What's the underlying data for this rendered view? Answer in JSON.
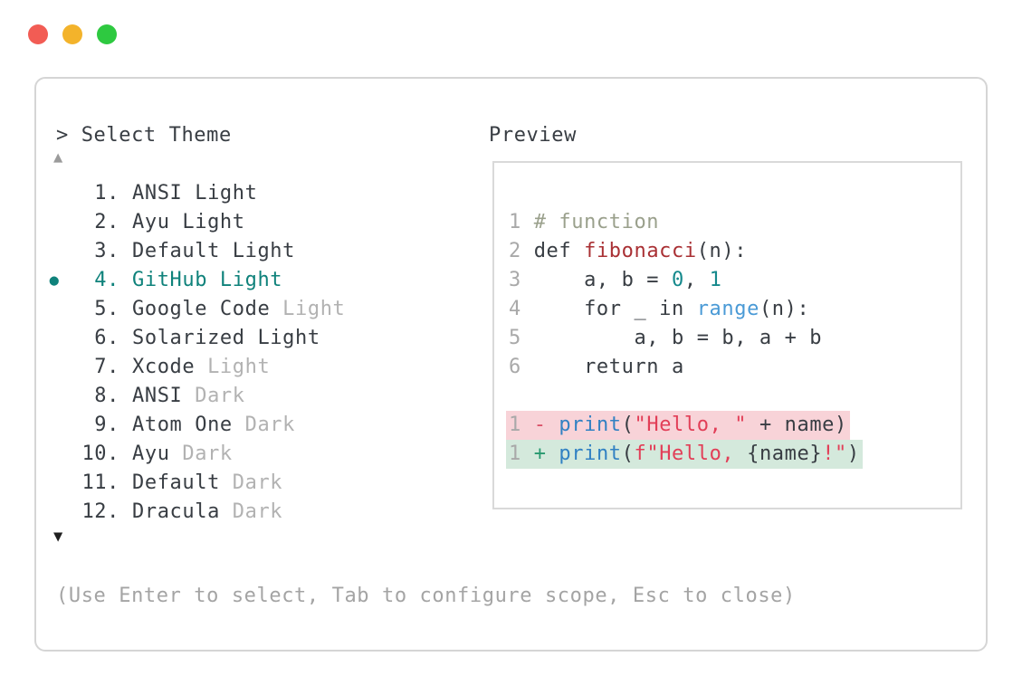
{
  "colors": {
    "accent_teal": "#0f827b",
    "text_dark": "#383d43",
    "muted_gray": "#b2b2b2",
    "line_number_gray": "#a9a9a9",
    "help_gray": "#a4a4a4",
    "comment_olive": "#9aa08c",
    "function_red": "#a93034",
    "builtin_blue": "#4a9ad6",
    "print_blue": "#3181c3",
    "number_teal": "#15898c",
    "string_crimson": "#e23e57",
    "diff_minus": "#d94f66",
    "diff_plus": "#27996f",
    "removed_bg": "#f8d3d8",
    "added_bg": "#d4e9dc",
    "panel_border": "#d5d5d5",
    "preview_border": "#d9d9d9",
    "traffic_red": "#f25c54",
    "traffic_yellow": "#f3b32b",
    "traffic_green": "#2ec940",
    "scroll_up_gray": "#9b9b9b",
    "scroll_down_dark": "#202020"
  },
  "theme_picker": {
    "prompt": "> Select Theme",
    "scroll_up_indicator": "▲",
    "scroll_down_indicator": "▼",
    "selected_marker": "●",
    "items": [
      {
        "number": "1.",
        "name": "ANSI",
        "variant": "Light",
        "variant_muted": false,
        "selected": false
      },
      {
        "number": "2.",
        "name": "Ayu",
        "variant": "Light",
        "variant_muted": false,
        "selected": false
      },
      {
        "number": "3.",
        "name": "Default",
        "variant": "Light",
        "variant_muted": false,
        "selected": false
      },
      {
        "number": "4.",
        "name": "GitHub",
        "variant": "Light",
        "variant_muted": false,
        "selected": true
      },
      {
        "number": "5.",
        "name": "Google Code",
        "variant": "Light",
        "variant_muted": true,
        "selected": false
      },
      {
        "number": "6.",
        "name": "Solarized",
        "variant": "Light",
        "variant_muted": false,
        "selected": false
      },
      {
        "number": "7.",
        "name": "Xcode",
        "variant": "Light",
        "variant_muted": true,
        "selected": false
      },
      {
        "number": "8.",
        "name": "ANSI",
        "variant": "Dark",
        "variant_muted": true,
        "selected": false
      },
      {
        "number": "9.",
        "name": "Atom One",
        "variant": "Dark",
        "variant_muted": true,
        "selected": false
      },
      {
        "number": "10.",
        "name": "Ayu",
        "variant": "Dark",
        "variant_muted": true,
        "selected": false
      },
      {
        "number": "11.",
        "name": "Default",
        "variant": "Dark",
        "variant_muted": true,
        "selected": false
      },
      {
        "number": "12.",
        "name": "Dracula",
        "variant": "Dark",
        "variant_muted": true,
        "selected": false
      }
    ],
    "help_text": "(Use Enter to select, Tab to configure scope, Esc to close)"
  },
  "preview": {
    "title": "Preview",
    "code_lines": [
      {
        "num": "1",
        "segments": [
          {
            "t": "# function",
            "c": "comment"
          }
        ]
      },
      {
        "num": "2",
        "segments": [
          {
            "t": "def ",
            "c": "text"
          },
          {
            "t": "fibonacci",
            "c": "func"
          },
          {
            "t": "(n):",
            "c": "text"
          }
        ]
      },
      {
        "num": "3",
        "segments": [
          {
            "t": "    a, b = ",
            "c": "text"
          },
          {
            "t": "0",
            "c": "number"
          },
          {
            "t": ", ",
            "c": "text"
          },
          {
            "t": "1",
            "c": "number"
          }
        ]
      },
      {
        "num": "4",
        "segments": [
          {
            "t": "    for _ in ",
            "c": "text"
          },
          {
            "t": "range",
            "c": "builtin"
          },
          {
            "t": "(n):",
            "c": "text"
          }
        ]
      },
      {
        "num": "5",
        "segments": [
          {
            "t": "        a, b = b, a + b",
            "c": "text"
          }
        ]
      },
      {
        "num": "6",
        "segments": [
          {
            "t": "    return a",
            "c": "text"
          }
        ]
      },
      {
        "num": "",
        "segments": []
      },
      {
        "num": "1",
        "kind": "removed",
        "segments": [
          {
            "t": "- ",
            "c": "minus"
          },
          {
            "t": "print",
            "c": "print"
          },
          {
            "t": "(",
            "c": "text"
          },
          {
            "t": "\"Hello, \"",
            "c": "string"
          },
          {
            "t": " + name)",
            "c": "text"
          }
        ]
      },
      {
        "num": "1",
        "kind": "added",
        "segments": [
          {
            "t": "+ ",
            "c": "plus"
          },
          {
            "t": "print",
            "c": "print"
          },
          {
            "t": "(",
            "c": "text"
          },
          {
            "t": "f\"Hello, ",
            "c": "string"
          },
          {
            "t": "{name}",
            "c": "text"
          },
          {
            "t": "!\"",
            "c": "string"
          },
          {
            "t": ")",
            "c": "text"
          }
        ]
      }
    ]
  }
}
